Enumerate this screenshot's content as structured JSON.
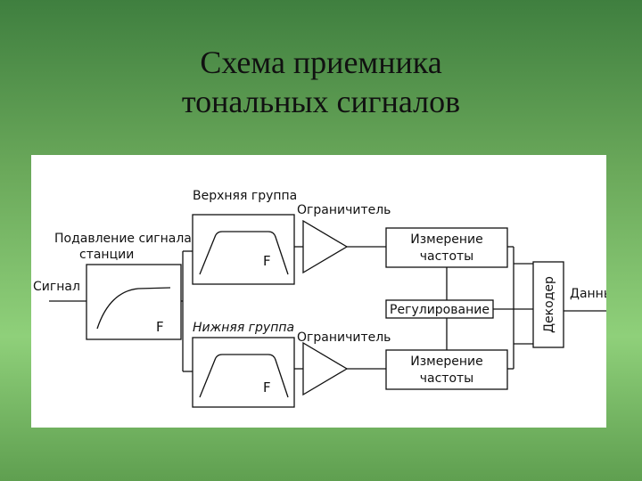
{
  "slide": {
    "title_line1": "Схема приемника",
    "title_line2": "тональных сигналов"
  },
  "diagram": {
    "input_label": "Сигнал",
    "suppression_label_line1": "Подавление сигнала",
    "suppression_label_line2": "станции",
    "upper_group_label": "Верхняя группа",
    "lower_group_label": "Нижняя группа",
    "limiter_upper_label": "Ограничитель",
    "limiter_lower_label": "Ограничитель",
    "measure_upper_line1": "Измерение",
    "measure_upper_line2": "частоты",
    "measure_lower_line1": "Измерение",
    "measure_lower_line2": "частоты",
    "regulation_label": "Регулирование",
    "decoder_label": "Декодер",
    "output_label": "Данные",
    "filter_suppression_f": "F",
    "filter_upper_f": "F",
    "filter_lower_f": "F"
  }
}
